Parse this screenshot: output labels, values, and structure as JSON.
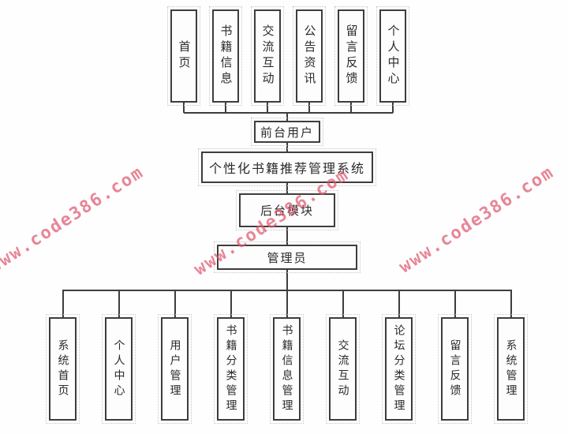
{
  "colors": {
    "border": "#3d3d3d",
    "text": "#2b2b2b",
    "watermark": "#e0576f"
  },
  "watermark": {
    "text": "www.code386.com"
  },
  "diagram": {
    "front_modules": [
      "首页",
      "书籍信息",
      "交流互动",
      "公告资讯",
      "留言反馈",
      "个人中心"
    ],
    "front_role_label": "前台用户",
    "system_title": "个性化书籍推荐管理系统",
    "backend_label": "后台模块",
    "admin_label": "管理员",
    "admin_modules": [
      "系统首页",
      "个人中心",
      "用户管理",
      "书籍分类管理",
      "书籍信息管理",
      "交流互动",
      "论坛分类管理",
      "留言反馈",
      "系统管理"
    ]
  }
}
